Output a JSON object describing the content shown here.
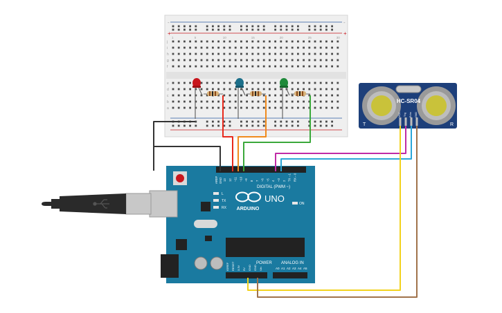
{
  "arduino": {
    "brand": "ARDUINO",
    "model": "UNO",
    "labels": {
      "digital": "DIGITAL (PWM ~)",
      "power": "POWER",
      "analog": "ANALOG IN",
      "on": "ON",
      "l": "L",
      "tx": "TX",
      "rx": "RX",
      "aref": "AREF",
      "gnd": "GND",
      "ioref": "IOREF",
      "reset": "RESET",
      "v33": "3.3V",
      "v5": "5V",
      "vin": "Vin"
    },
    "digital_pins": [
      "~11",
      "~10",
      "~9",
      "8",
      "7",
      "~6",
      "~5",
      "4",
      "~3",
      "2",
      "TX→1",
      "RX←0"
    ],
    "digital_top_pins": [
      "13",
      "12"
    ],
    "analog_pins": [
      "A0",
      "A1",
      "A2",
      "A3",
      "A4",
      "A5"
    ]
  },
  "sensor": {
    "name": "HC-SR04",
    "corner_left": "T",
    "corner_right": "R",
    "pins": [
      "VCC",
      "Trig",
      "Echo",
      "GND"
    ]
  },
  "breadboard": {
    "rows_left": [
      "j",
      "i",
      "h",
      "g",
      "f",
      "e",
      "d",
      "c",
      "b",
      "a"
    ],
    "col_numbers": [
      "1",
      "5",
      "10",
      "15",
      "20",
      "25",
      "30"
    ],
    "plus": "+",
    "minus": "-"
  },
  "leds": [
    {
      "color_name": "red",
      "color": "#c8161d"
    },
    {
      "color_name": "blue",
      "color": "#1c6f8a"
    },
    {
      "color_name": "green",
      "color": "#1f8a3a"
    }
  ],
  "wires": {
    "gnd": "#333333",
    "red": "#e8291c",
    "orange": "#f08a1c",
    "green": "#3aa83a",
    "magenta": "#c02aa6",
    "cyan": "#2aa6d8",
    "yellow": "#f2d21c",
    "brown": "#a0724a"
  }
}
